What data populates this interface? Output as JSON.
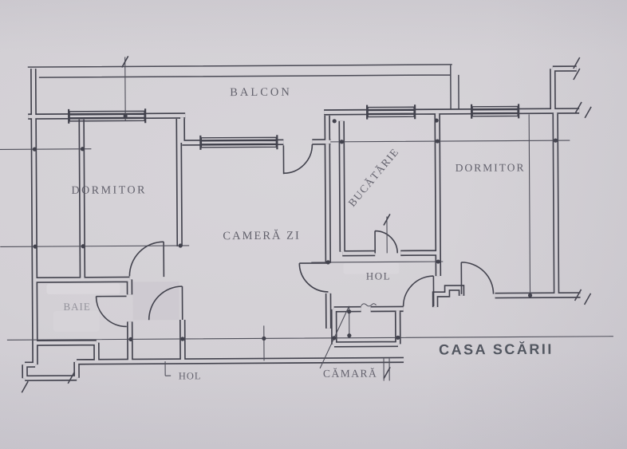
{
  "plan": {
    "rooms": {
      "balcon": {
        "label": "BALCON"
      },
      "dormitor_left": {
        "label": "DORMITOR"
      },
      "camera_zi": {
        "label": "CAMERĂ ZI"
      },
      "bucatarie": {
        "label": "BUCĂTĂRIE"
      },
      "dormitor_right": {
        "label": "DORMITOR"
      },
      "baie": {
        "label": "BAIE"
      },
      "hol": {
        "label": "HOL"
      },
      "hol_jos": {
        "label": "HOL"
      },
      "camara": {
        "label": "CĂMARĂ"
      }
    },
    "exterior": {
      "casa_scarii": {
        "label": "CASA SCĂRII"
      }
    },
    "colors": {
      "paper": "#d3d0d5",
      "ink": "#42424d",
      "label_ink": "#53525e",
      "faded_ink": "#8b8a94",
      "casa_scarii_ink": "#464b55"
    }
  }
}
